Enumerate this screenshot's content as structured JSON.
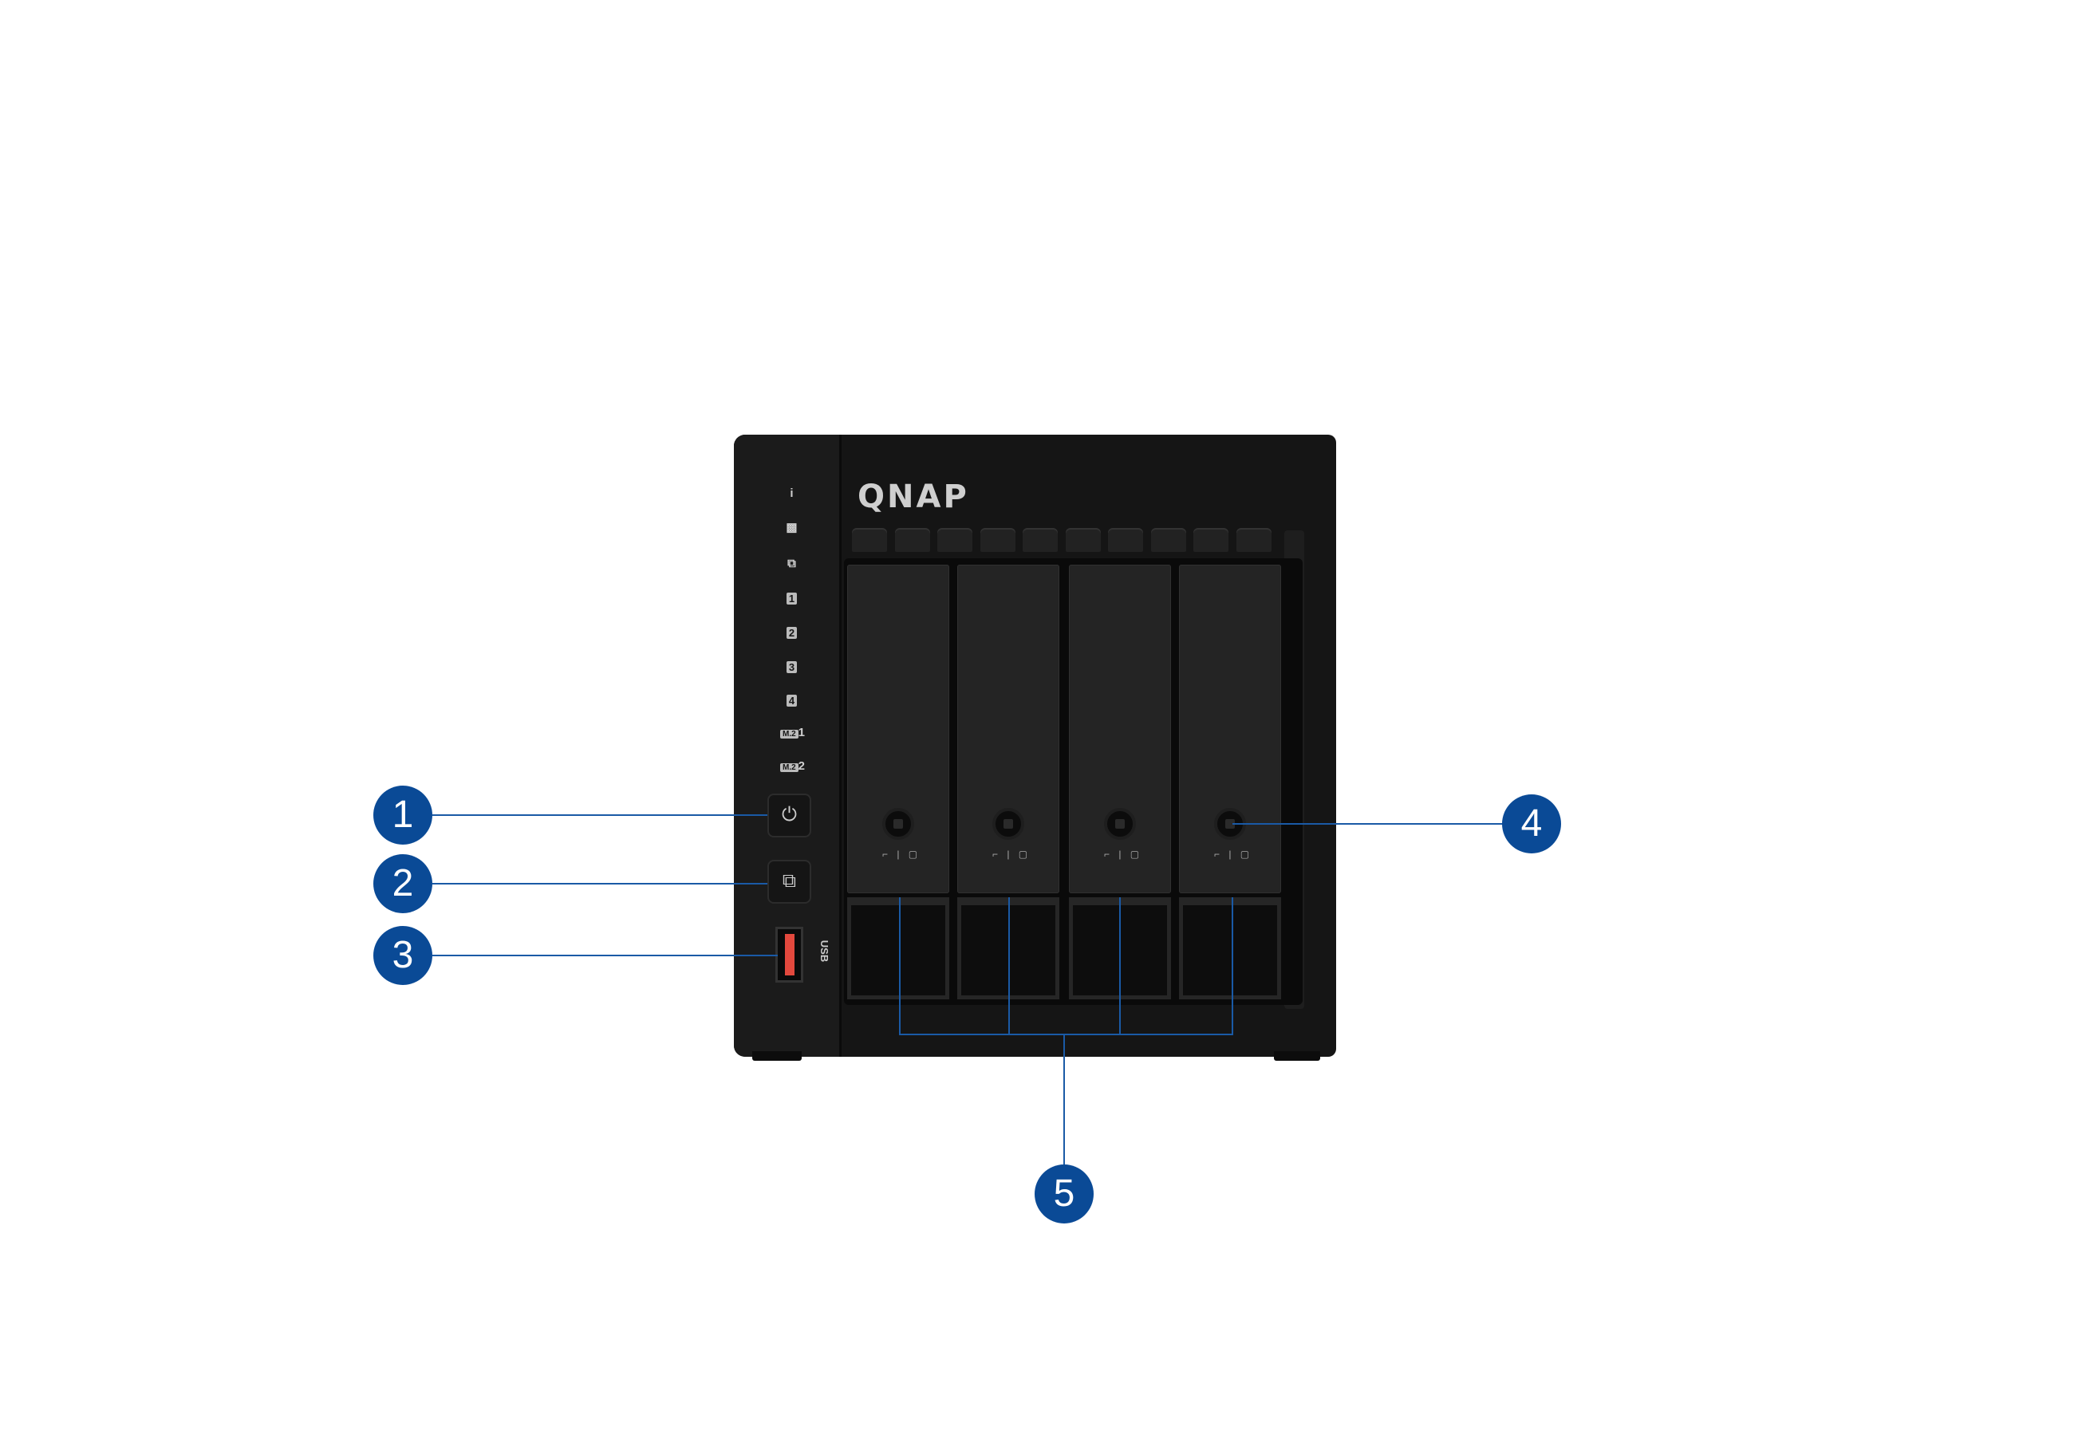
{
  "device": {
    "brand_logo": "QNAP",
    "led_indicators": [
      "i",
      "network",
      "copy",
      "1",
      "2",
      "3",
      "4",
      "M.2 1",
      "M.2 2"
    ],
    "led_labels": {
      "m2_prefix": "M.2",
      "m2_1": "1",
      "m2_2": "2",
      "d1": "1",
      "d2": "2",
      "d3": "3",
      "d4": "4"
    },
    "usb_label": "USB",
    "drive_bays": 4,
    "lock_icons": "⌐ | ▢"
  },
  "callouts": [
    "1",
    "2",
    "3",
    "4",
    "5"
  ],
  "colors": {
    "callout": "#0a4a96",
    "usb_port": "#e2483d"
  }
}
